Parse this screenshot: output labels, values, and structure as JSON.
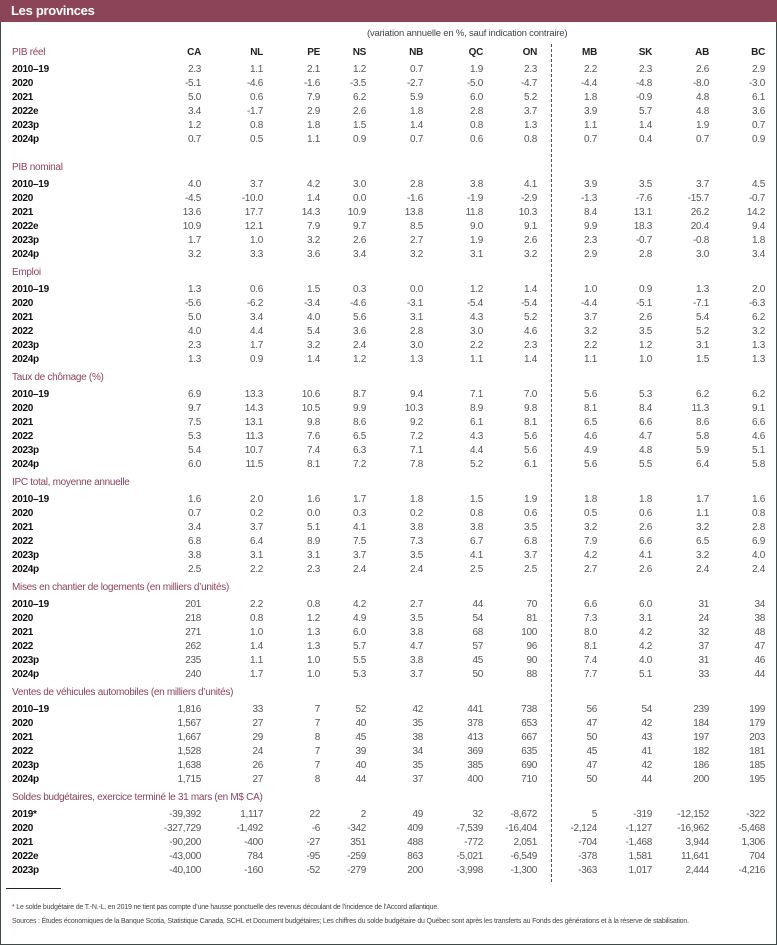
{
  "title": "Les provinces",
  "subtitle": "(variation annuelle en %, sauf indication contraire)",
  "columns": [
    "CA",
    "NL",
    "PE",
    "NS",
    "NB",
    "QC",
    "ON",
    "MB",
    "SK",
    "AB",
    "BC"
  ],
  "sections": [
    {
      "title": "PIB réel",
      "rows": [
        {
          "label": "2010–19",
          "values": [
            "2.3",
            "1.1",
            "2.1",
            "1.2",
            "0.7",
            "1.9",
            "2.3",
            "2.2",
            "2.3",
            "2.6",
            "2.9"
          ]
        },
        {
          "label": "2020",
          "values": [
            "-5.1",
            "-4.6",
            "-1.6",
            "-3.5",
            "-2.7",
            "-5.0",
            "-4.7",
            "-4.4",
            "-4.8",
            "-8.0",
            "-3.0"
          ]
        },
        {
          "label": "2021",
          "values": [
            "5.0",
            "0.6",
            "7.9",
            "6.2",
            "5.9",
            "6.0",
            "5.2",
            "1.8",
            "-0.9",
            "4.8",
            "6.1"
          ]
        },
        {
          "label": "2022e",
          "values": [
            "3.4",
            "-1.7",
            "2.9",
            "2.6",
            "1.8",
            "2.8",
            "3.7",
            "3.9",
            "5.7",
            "4.8",
            "3.6"
          ]
        },
        {
          "label": "2023p",
          "values": [
            "1.2",
            "0.8",
            "1.8",
            "1.5",
            "1.4",
            "0.8",
            "1.3",
            "1.1",
            "1.4",
            "1.9",
            "0.7"
          ]
        },
        {
          "label": "2024p",
          "values": [
            "0.7",
            "0.5",
            "1.1",
            "0.9",
            "0.7",
            "0.6",
            "0.8",
            "0.7",
            "0.4",
            "0.7",
            "0.9"
          ]
        }
      ]
    },
    {
      "title": "PIB nominal",
      "rows": [
        {
          "label": "2010–19",
          "values": [
            "4.0",
            "3.7",
            "4.2",
            "3.0",
            "2.8",
            "3.8",
            "4.1",
            "3.9",
            "3.5",
            "3.7",
            "4.5"
          ]
        },
        {
          "label": "2020",
          "values": [
            "-4.5",
            "-10.0",
            "1.4",
            "0.0",
            "-1.6",
            "-1.9",
            "-2.9",
            "-1.3",
            "-7.6",
            "-15.7",
            "-0.7"
          ]
        },
        {
          "label": "2021",
          "values": [
            "13.6",
            "17.7",
            "14.3",
            "10.9",
            "13.8",
            "11.8",
            "10.3",
            "8.4",
            "13.1",
            "26.2",
            "14.2"
          ]
        },
        {
          "label": "2022e",
          "values": [
            "10.9",
            "12.1",
            "7.9",
            "9.7",
            "8.5",
            "9.0",
            "9.1",
            "9.9",
            "18.3",
            "20.4",
            "9.4"
          ]
        },
        {
          "label": "2023p",
          "values": [
            "1.7",
            "1.0",
            "3.2",
            "2.6",
            "2.7",
            "1.9",
            "2.6",
            "2.3",
            "-0.7",
            "-0.8",
            "1.8"
          ]
        },
        {
          "label": "2024p",
          "values": [
            "3.2",
            "3.3",
            "3.6",
            "3.4",
            "3.2",
            "3.1",
            "3.2",
            "2.9",
            "2.8",
            "3.0",
            "3.4"
          ]
        }
      ]
    },
    {
      "title": "Emploi",
      "rows": [
        {
          "label": "2010–19",
          "values": [
            "1.3",
            "0.6",
            "1.5",
            "0.3",
            "0.0",
            "1.2",
            "1.4",
            "1.0",
            "0.9",
            "1.3",
            "2.0"
          ]
        },
        {
          "label": "2020",
          "values": [
            "-5.6",
            "-6.2",
            "-3.4",
            "-4.6",
            "-3.1",
            "-5.4",
            "-5.4",
            "-4.4",
            "-5.1",
            "-7.1",
            "-6.3"
          ]
        },
        {
          "label": "2021",
          "values": [
            "5.0",
            "3.4",
            "4.0",
            "5.6",
            "3.1",
            "4.3",
            "5.2",
            "3.7",
            "2.6",
            "5.4",
            "6.2"
          ]
        },
        {
          "label": "2022",
          "values": [
            "4.0",
            "4.4",
            "5.4",
            "3.6",
            "2.8",
            "3.0",
            "4.6",
            "3.2",
            "3.5",
            "5.2",
            "3.2"
          ]
        },
        {
          "label": "2023p",
          "values": [
            "2.3",
            "1.7",
            "3.2",
            "2.4",
            "3.0",
            "2.2",
            "2.3",
            "2.2",
            "1.2",
            "3.1",
            "1.3"
          ]
        },
        {
          "label": "2024p",
          "values": [
            "1.3",
            "0.9",
            "1.4",
            "1.2",
            "1.3",
            "1.1",
            "1.4",
            "1.1",
            "1.0",
            "1.5",
            "1.3"
          ]
        }
      ]
    },
    {
      "title": "Taux de chômage (%)",
      "rows": [
        {
          "label": "2010–19",
          "values": [
            "6.9",
            "13.3",
            "10.6",
            "8.7",
            "9.4",
            "7.1",
            "7.0",
            "5.6",
            "5.3",
            "6.2",
            "6.2"
          ]
        },
        {
          "label": "2020",
          "values": [
            "9.7",
            "14.3",
            "10.5",
            "9.9",
            "10.3",
            "8.9",
            "9.8",
            "8.1",
            "8.4",
            "11.3",
            "9.1"
          ]
        },
        {
          "label": "2021",
          "values": [
            "7.5",
            "13.1",
            "9.8",
            "8.6",
            "9.2",
            "6.1",
            "8.1",
            "6.5",
            "6.6",
            "8.6",
            "6.6"
          ]
        },
        {
          "label": "2022",
          "values": [
            "5.3",
            "11.3",
            "7.6",
            "6.5",
            "7.2",
            "4.3",
            "5.6",
            "4.6",
            "4.7",
            "5.8",
            "4.6"
          ]
        },
        {
          "label": "2023p",
          "values": [
            "5.4",
            "10.7",
            "7.4",
            "6.3",
            "7.1",
            "4.4",
            "5.6",
            "4.9",
            "4.8",
            "5.9",
            "5.1"
          ]
        },
        {
          "label": "2024p",
          "values": [
            "6.0",
            "11.5",
            "8.1",
            "7.2",
            "7.8",
            "5.2",
            "6.1",
            "5.6",
            "5.5",
            "6.4",
            "5.8"
          ]
        }
      ]
    },
    {
      "title": "IPC total, moyenne annuelle",
      "rows": [
        {
          "label": "2010–19",
          "values": [
            "1.6",
            "2.0",
            "1.6",
            "1.7",
            "1.8",
            "1.5",
            "1.9",
            "1.8",
            "1.8",
            "1.7",
            "1.6"
          ]
        },
        {
          "label": "2020",
          "values": [
            "0.7",
            "0.2",
            "0.0",
            "0.3",
            "0.2",
            "0.8",
            "0.6",
            "0.5",
            "0.6",
            "1.1",
            "0.8"
          ]
        },
        {
          "label": "2021",
          "values": [
            "3.4",
            "3.7",
            "5.1",
            "4.1",
            "3.8",
            "3.8",
            "3.5",
            "3.2",
            "2.6",
            "3.2",
            "2.8"
          ]
        },
        {
          "label": "2022",
          "values": [
            "6.8",
            "6.4",
            "8.9",
            "7.5",
            "7.3",
            "6.7",
            "6.8",
            "7.9",
            "6.6",
            "6.5",
            "6.9"
          ]
        },
        {
          "label": "2023p",
          "values": [
            "3.8",
            "3.1",
            "3.1",
            "3.7",
            "3.5",
            "4.1",
            "3.7",
            "4.2",
            "4.1",
            "3.2",
            "4.0"
          ]
        },
        {
          "label": "2024p",
          "values": [
            "2.5",
            "2.2",
            "2.3",
            "2.4",
            "2.4",
            "2.5",
            "2.5",
            "2.7",
            "2.6",
            "2.4",
            "2.4"
          ]
        }
      ]
    },
    {
      "title": "Mises en chantier de logements (en milliers d’unités)",
      "rows": [
        {
          "label": "2010–19",
          "values": [
            "201",
            "2.2",
            "0.8",
            "4.2",
            "2.7",
            "44",
            "70",
            "6.6",
            "6.0",
            "31",
            "34"
          ]
        },
        {
          "label": "2020",
          "values": [
            "218",
            "0.8",
            "1.2",
            "4.9",
            "3.5",
            "54",
            "81",
            "7.3",
            "3.1",
            "24",
            "38"
          ]
        },
        {
          "label": "2021",
          "values": [
            "271",
            "1.0",
            "1.3",
            "6.0",
            "3.8",
            "68",
            "100",
            "8.0",
            "4.2",
            "32",
            "48"
          ]
        },
        {
          "label": "2022",
          "values": [
            "262",
            "1.4",
            "1.3",
            "5.7",
            "4.7",
            "57",
            "96",
            "8.1",
            "4.2",
            "37",
            "47"
          ]
        },
        {
          "label": "2023p",
          "values": [
            "235",
            "1.1",
            "1.0",
            "5.5",
            "3.8",
            "45",
            "90",
            "7.4",
            "4.0",
            "31",
            "46"
          ]
        },
        {
          "label": "2024p",
          "values": [
            "240",
            "1.7",
            "1.0",
            "5.3",
            "3.7",
            "50",
            "88",
            "7.7",
            "5.1",
            "33",
            "44"
          ]
        }
      ]
    },
    {
      "title": "Ventes de véhicules automobiles (en milliers d’unités)",
      "rows": [
        {
          "label": "2010–19",
          "values": [
            "1,816",
            "33",
            "7",
            "52",
            "42",
            "441",
            "738",
            "56",
            "54",
            "239",
            "199"
          ]
        },
        {
          "label": "2020",
          "values": [
            "1,567",
            "27",
            "7",
            "40",
            "35",
            "378",
            "653",
            "47",
            "42",
            "184",
            "179"
          ]
        },
        {
          "label": "2021",
          "values": [
            "1,667",
            "29",
            "8",
            "45",
            "38",
            "413",
            "667",
            "50",
            "43",
            "197",
            "203"
          ]
        },
        {
          "label": "2022",
          "values": [
            "1,528",
            "24",
            "7",
            "39",
            "34",
            "369",
            "635",
            "45",
            "41",
            "182",
            "181"
          ]
        },
        {
          "label": "2023p",
          "values": [
            "1,638",
            "26",
            "7",
            "40",
            "35",
            "385",
            "690",
            "47",
            "42",
            "186",
            "185"
          ]
        },
        {
          "label": "2024p",
          "values": [
            "1,715",
            "27",
            "8",
            "44",
            "37",
            "400",
            "710",
            "50",
            "44",
            "200",
            "195"
          ]
        }
      ]
    },
    {
      "title": "Soldes budgétaires, exercice terminé le 31 mars (en M$ CA)",
      "rows": [
        {
          "label": "2019*",
          "values": [
            "-39,392",
            "1,117",
            "22",
            "2",
            "49",
            "32",
            "-8,672",
            "5",
            "-319",
            "-12,152",
            "-322"
          ]
        },
        {
          "label": "2020",
          "values": [
            "-327,729",
            "-1,492",
            "-6",
            "-342",
            "409",
            "-7,539",
            "-16,404",
            "-2,124",
            "-1,127",
            "-16,962",
            "-5,468"
          ]
        },
        {
          "label": "2021",
          "values": [
            "-90,200",
            "-400",
            "-27",
            "351",
            "488",
            "-772",
            "2,051",
            "-704",
            "-1,468",
            "3,944",
            "1,306"
          ]
        },
        {
          "label": "2022e",
          "values": [
            "-43,000",
            "784",
            "-95",
            "-259",
            "863",
            "-5,021",
            "-6,549",
            "-378",
            "1,581",
            "11,641",
            "704"
          ]
        },
        {
          "label": "2023p",
          "values": [
            "-40,100",
            "-160",
            "-52",
            "-279",
            "200",
            "-3,998",
            "-1,300",
            "-363",
            "1,017",
            "2,444",
            "-4,216"
          ]
        }
      ]
    }
  ],
  "footnotes": [
    "* Le solde budgétaire de T.-N.-L. en 2019 ne tient pas compte d’une hausse ponctuelle des revenus découlant de l’incidence de l’Accord atlantique.",
    "Sources : Études économiques de la Banque Scotia, Statistique Canada, SCHL et Document budgétaires; Les chiffres du solde budgétaire du Québec sont après les transferts au Fonds des générations et à la réserve de stabilisation."
  ]
}
